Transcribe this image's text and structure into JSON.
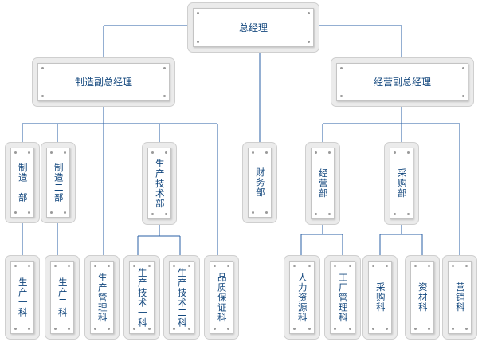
{
  "colors": {
    "line": "#2a5fa4",
    "text": "#14487e",
    "box_bg": "#ebebeb",
    "box_inner": "#ffffff"
  },
  "nodes": {
    "ceo": "总经理",
    "vp_manufacturing": "制造副总经理",
    "vp_business": "经营副总经理",
    "mfg_dept_1": "制造一部",
    "mfg_dept_2": "制造二部",
    "prod_tech_dept": "生产技术部",
    "finance_dept": "财务部",
    "business_dept": "经营部",
    "purchasing_dept": "采购部",
    "prod_sec_1": "生产一科",
    "prod_sec_2": "生产二科",
    "prod_mgmt_sec": "生产管理科",
    "prod_tech_sec_1": "生产技术一科",
    "prod_tech_sec_2": "生产技术二科",
    "quality_sec": "品质保证科",
    "hr_sec": "人力资源科",
    "factory_mgmt_sec": "工厂管理科",
    "purchasing_sec": "采购科",
    "materials_sec": "资材科",
    "sales_sec": "营销科"
  }
}
